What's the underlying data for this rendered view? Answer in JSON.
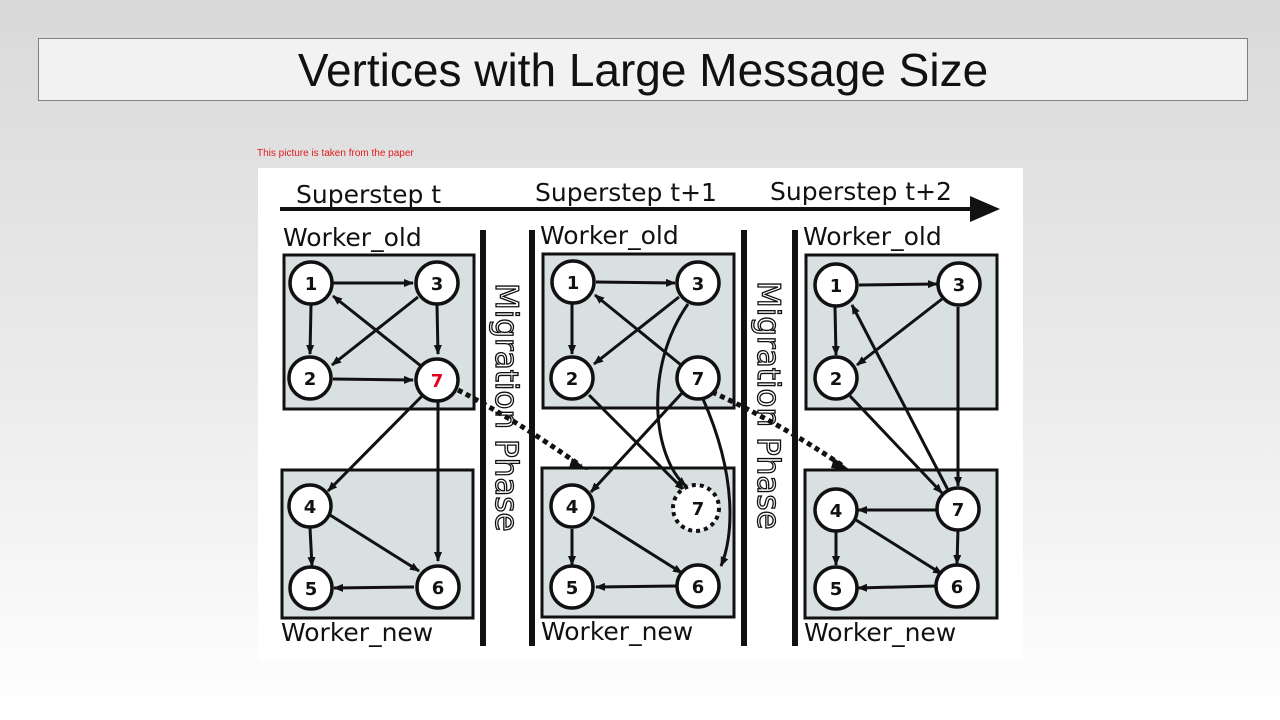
{
  "slide": {
    "title": "Vertices with Large Message Size",
    "note": "This picture is taken from the paper"
  },
  "figure": {
    "supersteps": [
      "Superstep t",
      "Superstep t+1",
      "Superstep t+2"
    ],
    "phase_label": "Migration Phase",
    "worker_old_label": "Worker_old",
    "worker_new_label": "Worker_new",
    "vertex_labels": [
      "1",
      "2",
      "3",
      "4",
      "5",
      "6",
      "7"
    ],
    "migrated_placeholder_label": "7",
    "highlight_color": "#e3001b",
    "panel_color": "#d8e0e2"
  }
}
